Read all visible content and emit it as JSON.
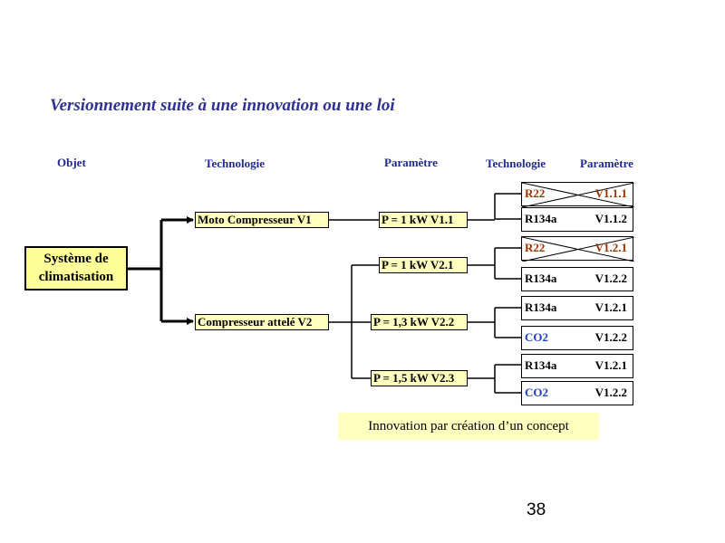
{
  "title": "Versionnement suite à une innovation ou une loi",
  "columns": {
    "objet": "Objet",
    "technologie1": "Technologie",
    "parametre1": "Paramètre",
    "technologie2": "Technologie",
    "parametre2": "Paramètre"
  },
  "root": {
    "line1": "Système de",
    "line2": "climatisation"
  },
  "technologies": [
    {
      "label": "Moto Compresseur  V1"
    },
    {
      "label": "Compresseur attelé  V2"
    }
  ],
  "parameters": [
    {
      "label": "P = 1 kW  V1.1"
    },
    {
      "label": "P = 1 kW  V2.1"
    },
    {
      "label": "P = 1,3 kW  V2.2"
    },
    {
      "label": "P = 1,5 kW  V2.3"
    }
  ],
  "leaves": [
    {
      "tech": "R22",
      "version": "V1.1.1",
      "crossed": true,
      "tech_color": "#993300"
    },
    {
      "tech": "R134a",
      "version": "V1.1.2",
      "crossed": false
    },
    {
      "tech": "R22",
      "version": "V1.2.1",
      "crossed": true,
      "tech_color": "#993300"
    },
    {
      "tech": "R134a",
      "version": "V1.2.2",
      "crossed": false
    },
    {
      "tech": "R134a",
      "version": "V1.2.1",
      "crossed": false
    },
    {
      "tech": "CO2",
      "version": "V1.2.2",
      "crossed": false,
      "tech_color": "#1f3fbf"
    },
    {
      "tech": "R134a",
      "version": "V1.2.1",
      "crossed": false
    },
    {
      "tech": "CO2",
      "version": "V1.2.2",
      "crossed": false,
      "tech_color": "#1f3fbf"
    }
  ],
  "note": "Innovation par création d’un concept",
  "page_number": "38"
}
